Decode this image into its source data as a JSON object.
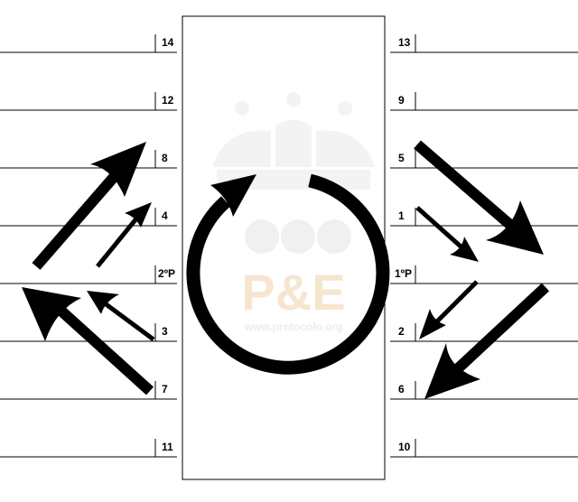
{
  "watermark": {
    "monogram": "P&E",
    "url": "www.protocolo.org",
    "color": "#f5e2c8"
  },
  "left_labels": [
    "14",
    "12",
    "8",
    "4",
    "2ºP",
    "3",
    "7",
    "11"
  ],
  "right_labels": [
    "13",
    "9",
    "5",
    "1",
    "1ºP",
    "2",
    "6",
    "10"
  ],
  "colors": {
    "ink": "#000000",
    "background": "#ffffff"
  }
}
